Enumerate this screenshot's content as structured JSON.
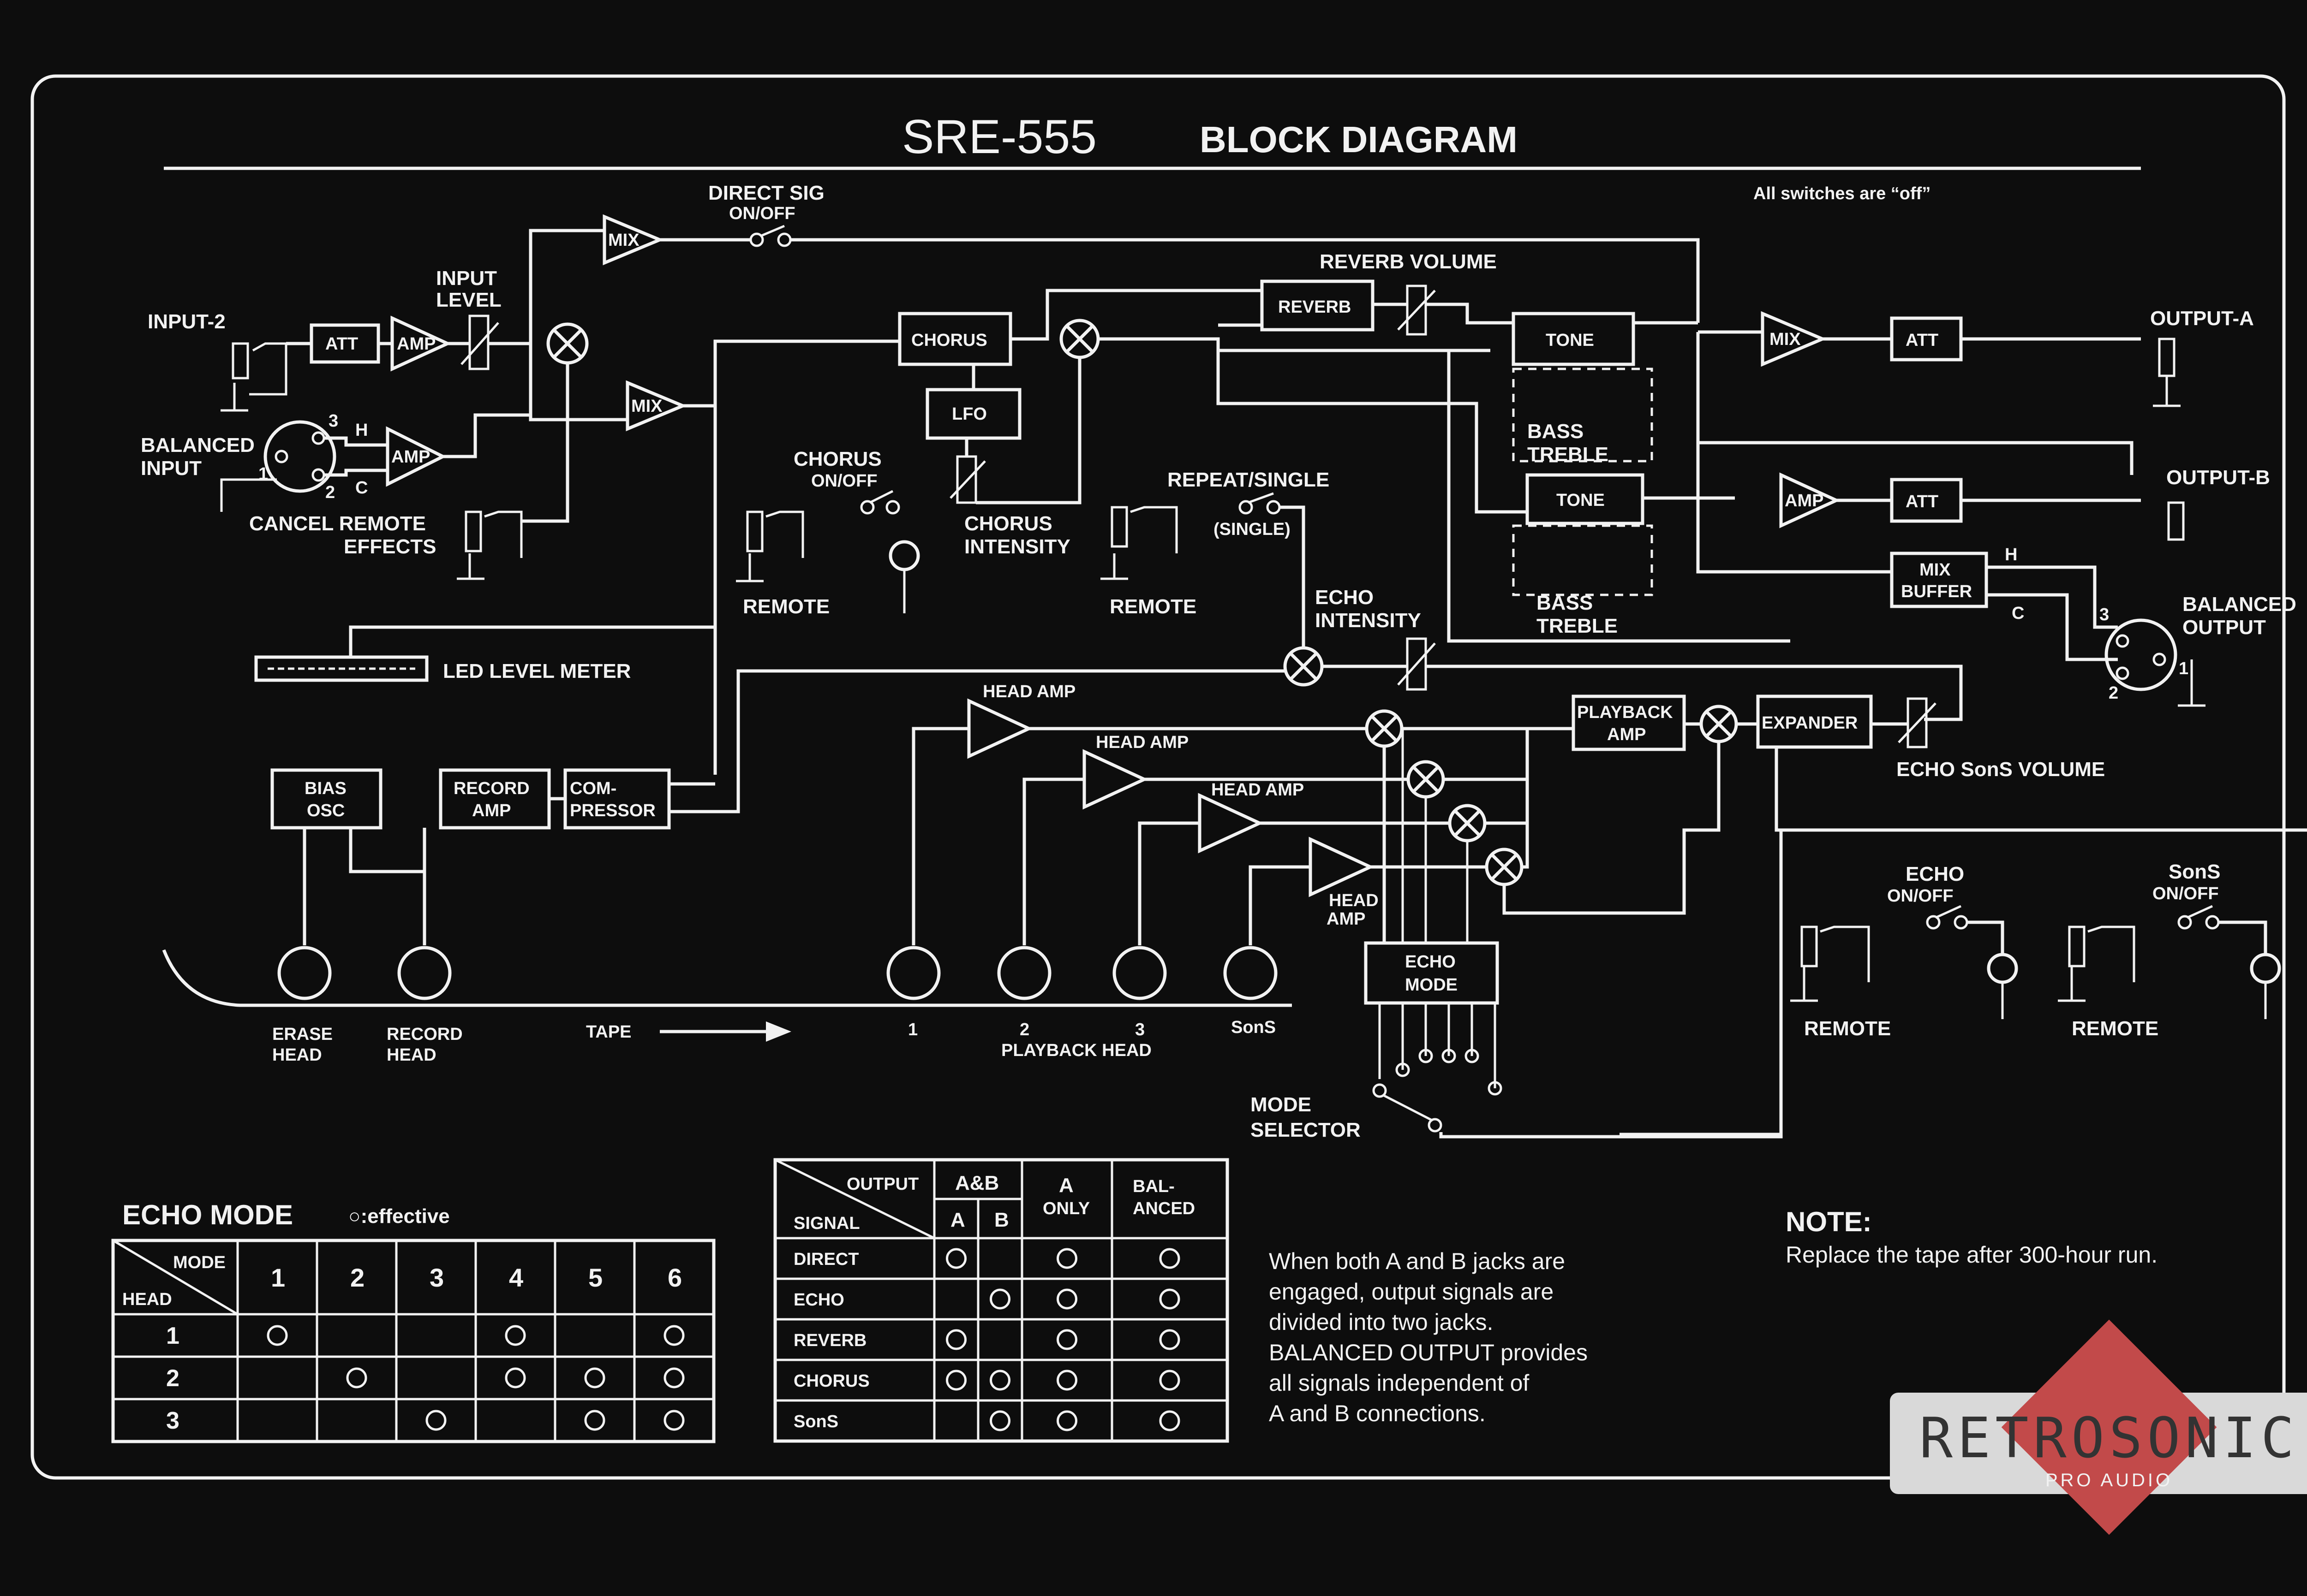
{
  "header": {
    "model": "SRE-555",
    "title": "BLOCK DIAGRAM",
    "switch_note": "All switches are “off”"
  },
  "labels": {
    "direct_sig": "DIRECT SIG",
    "direct_sig_switch": "ON/OFF",
    "mix": "MIX",
    "input2": "INPUT-2",
    "input_level_1": "INPUT",
    "input_level_2": "LEVEL",
    "att": "ATT",
    "amp": "AMP",
    "balanced_input_1": "BALANCED",
    "balanced_input_2": "INPUT",
    "pin3": "3",
    "pin1": "1",
    "pin2": "2",
    "pin_h": "H",
    "pin_c": "C",
    "cancel_remote": "CANCEL REMOTE",
    "effects": "EFFECTS",
    "chorus": "CHORUS",
    "lfo": "LFO",
    "chorus_sw": "CHORUS",
    "chorus_sw_onoff": "ON/OFF",
    "chorus_intensity_1": "CHORUS",
    "chorus_intensity_2": "INTENSITY",
    "remote": "REMOTE",
    "reverb_volume": "REVERB VOLUME",
    "reverb": "REVERB",
    "tone": "TONE",
    "bass": "BASS",
    "treble": "TREBLE",
    "repeat_single": "REPEAT/SINGLE",
    "single": "(SINGLE)",
    "echo_intensity_1": "ECHO",
    "echo_intensity_2": "INTENSITY",
    "output_a": "OUTPUT-A",
    "output_b": "OUTPUT-B",
    "mix_buffer_1": "MIX",
    "mix_buffer_2": "BUFFER",
    "balanced_output_1": "BALANCED",
    "balanced_output_2": "OUTPUT",
    "led_level_meter": "LED LEVEL METER",
    "head_amp": "HEAD AMP",
    "head": "HEAD",
    "playback_amp_1": "PLAYBACK",
    "playback_amp_2": "AMP",
    "expander": "EXPANDER",
    "echo_sos_volume": "ECHO SonS VOLUME",
    "bias_1": "BIAS",
    "bias_2": "OSC",
    "record_amp_1": "RECORD",
    "record_amp_2": "AMP",
    "compressor_1": "COM-",
    "compressor_2": "PRESSOR",
    "echo_onoff_1": "ECHO",
    "echo_onoff_2": "ON/OFF",
    "sos_onoff_1": "SonS",
    "sos_onoff_2": "ON/OFF",
    "echo_mode_1": "ECHO",
    "echo_mode_2": "MODE",
    "mode_selector_1": "MODE",
    "mode_selector_2": "SELECTOR",
    "erase_head_1": "ERASE",
    "erase_head_2": "HEAD",
    "record_head_1": "RECORD",
    "record_head_2": "HEAD",
    "tape": "TAPE",
    "ph1": "1",
    "ph2": "2",
    "ph3": "3",
    "ph_sos": "SonS",
    "playback_head": "PLAYBACK HEAD"
  },
  "echo_mode_table": {
    "title": "ECHO MODE",
    "legend": "○:effective",
    "mode_label": "MODE",
    "head_label": "HEAD",
    "modes": [
      "1",
      "2",
      "3",
      "4",
      "5",
      "6"
    ],
    "rows": [
      {
        "head": "1",
        "marks": [
          true,
          false,
          false,
          true,
          false,
          true
        ]
      },
      {
        "head": "2",
        "marks": [
          false,
          true,
          false,
          true,
          true,
          true
        ]
      },
      {
        "head": "3",
        "marks": [
          false,
          false,
          true,
          false,
          true,
          true
        ]
      }
    ]
  },
  "output_table": {
    "output_label": "OUTPUT",
    "signal_label": "SIGNAL",
    "col_ab": "A&B",
    "col_a": "A",
    "col_b": "B",
    "col_aonly_1": "A",
    "col_aonly_2": "ONLY",
    "col_bal_1": "BAL-",
    "col_bal_2": "ANCED",
    "rows": [
      {
        "signal": "DIRECT",
        "marks": [
          true,
          false,
          true,
          true
        ]
      },
      {
        "signal": "ECHO",
        "marks": [
          false,
          true,
          true,
          true
        ]
      },
      {
        "signal": "REVERB",
        "marks": [
          true,
          false,
          true,
          true
        ]
      },
      {
        "signal": "CHORUS",
        "marks": [
          true,
          true,
          true,
          true
        ]
      },
      {
        "signal": "SonS",
        "marks": [
          false,
          true,
          true,
          true
        ]
      }
    ]
  },
  "notes": {
    "jacks_text": [
      "When both A and B jacks are",
      "engaged, output signals are",
      "divided into two jacks.",
      "BALANCED OUTPUT provides",
      "all signals independent of",
      "A and B connections."
    ],
    "note_title": "NOTE:",
    "note_body": "Replace the tape after 300-hour run."
  },
  "watermark": {
    "brand": "RETROSONIC",
    "sub": "PRO AUDIO"
  },
  "colors": {
    "background": "#0d0d0d",
    "ink": "#f2f2f2",
    "logo_red": "#c24a4a",
    "logo_panel": "#d9d9d9"
  }
}
